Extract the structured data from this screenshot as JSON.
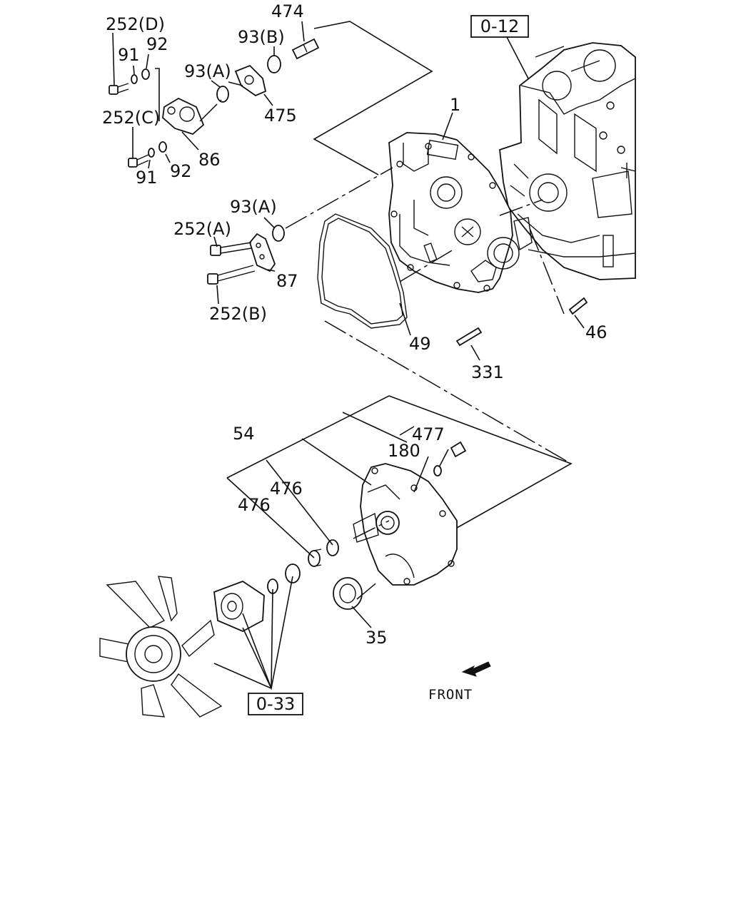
{
  "refs": {
    "r012": "0-12",
    "r033": "0-33"
  },
  "labels": {
    "l252d": "252(D)",
    "l91a": "91",
    "l92a": "92",
    "l93b": "93(B)",
    "l474": "474",
    "l93a_top": "93(A)",
    "l475": "475",
    "l252c": "252(C)",
    "l86": "86",
    "l91b": "91",
    "l92b": "92",
    "l1": "1",
    "l93a_mid": "93(A)",
    "l252a": "252(A)",
    "l87": "87",
    "l252b": "252(B)",
    "l49": "49",
    "l46": "46",
    "l331": "331",
    "l54": "54",
    "l477": "477",
    "l180": "180",
    "l476a": "476",
    "l476b": "476",
    "l35": "35"
  },
  "front": {
    "text": "FRONT"
  },
  "icons": {
    "front_arrow": "front-arrow-icon"
  }
}
